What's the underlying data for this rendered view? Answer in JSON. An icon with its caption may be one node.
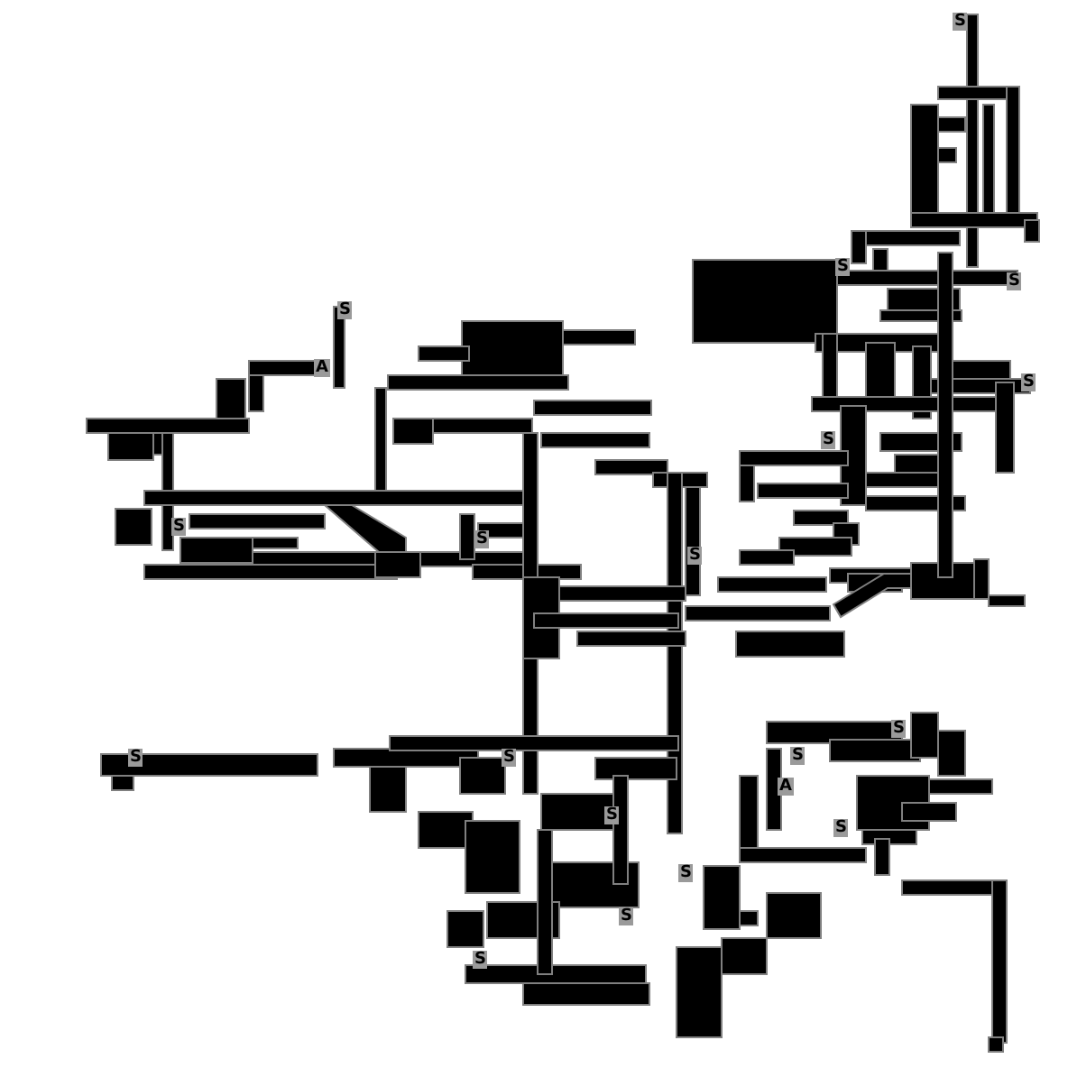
{
  "diagram": {
    "labels": [
      "S",
      "S",
      "S",
      "S",
      "A",
      "S",
      "S",
      "S",
      "S",
      "S",
      "S",
      "S",
      "S",
      "S",
      "A",
      "S",
      "S",
      "S",
      "S",
      "S"
    ]
  }
}
